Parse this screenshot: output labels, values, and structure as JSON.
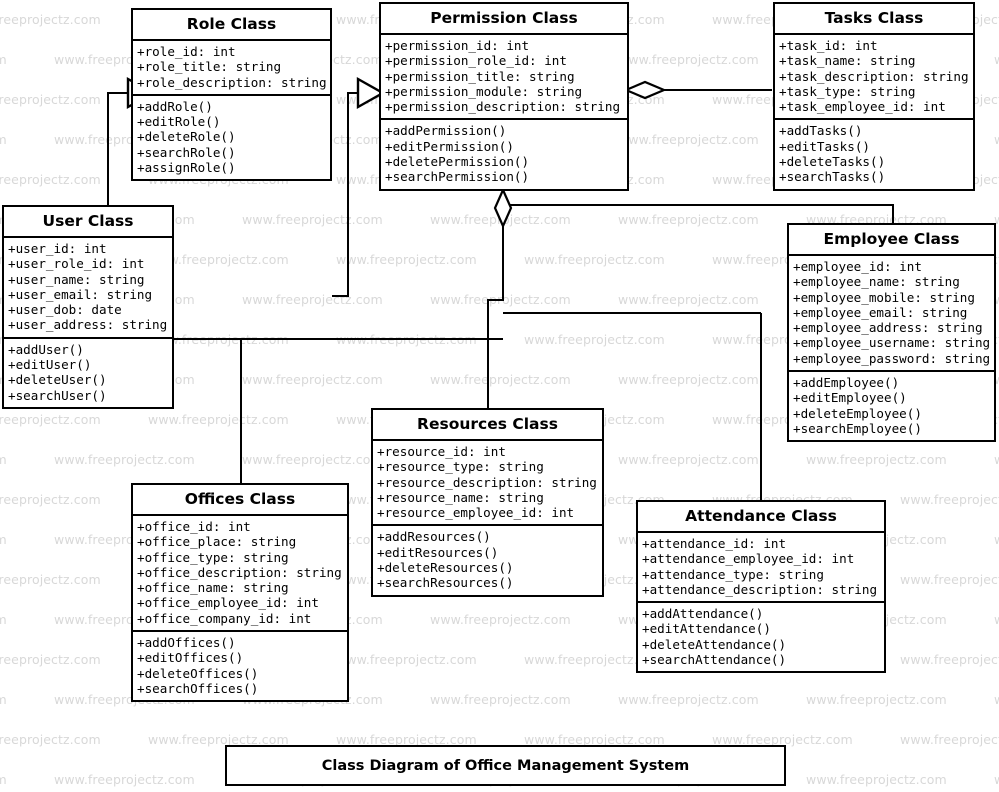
{
  "diagram": {
    "caption": "Class Diagram of Office Management System",
    "watermark_text": "www.freeprojectz.com",
    "line_color": "#000000",
    "box_fill": "#ffffff",
    "watermark_color": "#d8d8d8"
  },
  "classes": [
    {
      "id": "role",
      "title": "Role Class",
      "attributes": [
        "+role_id: int",
        "+role_title: string",
        "+role_description: string"
      ],
      "methods": [
        "+addRole()",
        "+editRole()",
        "+deleteRole()",
        "+searchRole()",
        "+assignRole()"
      ]
    },
    {
      "id": "permission",
      "title": "Permission Class",
      "attributes": [
        "+permission_id: int",
        "+permission_role_id: int",
        "+permission_title: string",
        "+permission_module: string",
        "+permission_description: string"
      ],
      "methods": [
        "+addPermission()",
        "+editPermission()",
        "+deletePermission()",
        "+searchPermission()"
      ]
    },
    {
      "id": "tasks",
      "title": "Tasks Class",
      "attributes": [
        "+task_id: int",
        "+task_name: string",
        "+task_description: string",
        "+task_type: string",
        "+task_employee_id: int"
      ],
      "methods": [
        "+addTasks()",
        "+editTasks()",
        "+deleteTasks()",
        "+searchTasks()"
      ]
    },
    {
      "id": "user",
      "title": "User Class",
      "attributes": [
        "+user_id: int",
        "+user_role_id: int",
        "+user_name: string",
        "+user_email: string",
        "+user_dob: date",
        "+user_address: string"
      ],
      "methods": [
        "+addUser()",
        "+editUser()",
        "+deleteUser()",
        "+searchUser()"
      ]
    },
    {
      "id": "employee",
      "title": "Employee Class",
      "attributes": [
        "+employee_id: int",
        "+employee_name: string",
        "+employee_mobile: string",
        "+employee_email: string",
        "+employee_address: string",
        "+employee_username: string",
        "+employee_password: string"
      ],
      "methods": [
        "+addEmployee()",
        "+editEmployee()",
        "+deleteEmployee()",
        "+searchEmployee()"
      ]
    },
    {
      "id": "resources",
      "title": "Resources Class",
      "attributes": [
        "+resource_id: int",
        "+resource_type: string",
        "+resource_description: string",
        "+resource_name: string",
        "+resource_employee_id: int"
      ],
      "methods": [
        "+addResources()",
        "+editResources()",
        "+deleteResources()",
        "+searchResources()"
      ]
    },
    {
      "id": "offices",
      "title": "Offices Class",
      "attributes": [
        "+office_id: int",
        "+office_place: string",
        "+office_type: string",
        "+office_description: string",
        "+office_name: string",
        "+office_employee_id: int",
        "+office_company_id: int"
      ],
      "methods": [
        "+addOffices()",
        "+editOffices()",
        "+deleteOffices()",
        "+searchOffices()"
      ]
    },
    {
      "id": "attendance",
      "title": "Attendance Class",
      "attributes": [
        "+attendance_id: int",
        "+attendance_employee_id: int",
        "+attendance_type: string",
        "+attendance_description: string"
      ],
      "methods": [
        "+addAttendance()",
        "+editAttendance()",
        "+deleteAttendance()",
        "+searchAttendance()"
      ]
    }
  ],
  "relationships": [
    {
      "from": "user",
      "to": "role",
      "type": "generalization"
    },
    {
      "from": "role",
      "to": "permission",
      "type": "generalization"
    },
    {
      "from": "tasks",
      "to": "permission",
      "type": "aggregation"
    },
    {
      "from": "resources",
      "to": "permission",
      "type": "aggregation"
    },
    {
      "from": "employee",
      "to": "permission",
      "type": "association"
    },
    {
      "from": "user",
      "to": "resources",
      "type": "association"
    },
    {
      "from": "offices",
      "to": "user",
      "type": "association"
    },
    {
      "from": "attendance",
      "to": "employee",
      "type": "association"
    }
  ]
}
